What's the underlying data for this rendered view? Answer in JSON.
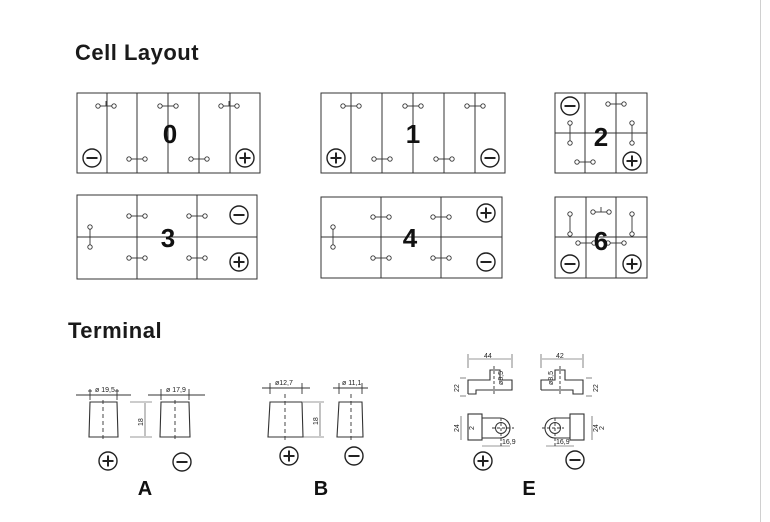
{
  "titles": {
    "cell_layout": "Cell Layout",
    "terminal": "Terminal"
  },
  "layouts": [
    {
      "label": "0"
    },
    {
      "label": "1"
    },
    {
      "label": "2"
    },
    {
      "label": "3"
    },
    {
      "label": "4"
    },
    {
      "label": "6"
    }
  ],
  "terminals": {
    "A": {
      "letter": "A",
      "pos_diameter": "ø 19,5",
      "neg_diameter": "ø 17,9",
      "height": "18"
    },
    "B": {
      "letter": "B",
      "pos_diameter": "ø12,7",
      "neg_diameter": "ø 11,1",
      "height": "18"
    },
    "E": {
      "letter": "E",
      "width_left": "44",
      "width_right": "42",
      "height_left": "22",
      "height_right": "22",
      "hole_left": "ø8,5",
      "hole_right": "ø8,5",
      "base_left": "24",
      "base_right": "24",
      "offset_left": "16,9",
      "offset_right": "16,9",
      "small_left": "2",
      "small_right": "2"
    }
  }
}
